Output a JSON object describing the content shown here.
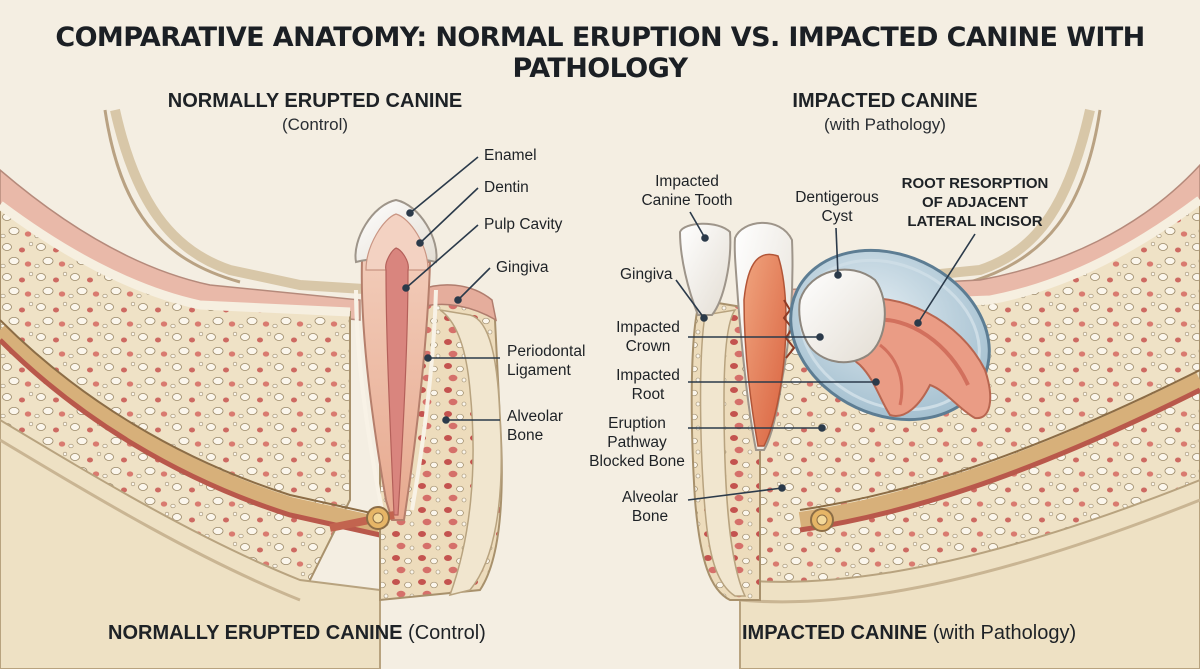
{
  "title": "COMPARATIVE ANATOMY: NORMAL ERUPTION VS. IMPACTED CANINE WITH PATHOLOGY",
  "left_panel": {
    "heading": "NORMALLY ERUPTED CANINE",
    "subheading": "(Control)",
    "labels": {
      "enamel": "Enamel",
      "dentin": "Dentin",
      "pulp": "Pulp Cavity",
      "gingiva": "Gingiva",
      "pdl_1": "Periodontal",
      "pdl_2": "Ligament",
      "bone_1": "Alveolar",
      "bone_2": "Bone"
    },
    "footer_bold": "NORMALLY ERUPTED CANINE",
    "footer_normal": "(Control)"
  },
  "right_panel": {
    "heading": "IMPACTED CANINE",
    "subheading": "(with Pathology)",
    "labels": {
      "impacted_tooth_1": "Impacted",
      "impacted_tooth_2": "Canine Tooth",
      "cyst_1": "Dentigerous",
      "cyst_2": "Cyst",
      "resorption_1": "ROOT RESORPTION",
      "resorption_2": "OF ADJACENT",
      "resorption_3": "LATERAL INCISOR",
      "gingiva": "Gingiva",
      "crown_1": "Impacted",
      "crown_2": "Crown",
      "root_1": "Impacted",
      "root_2": "Root",
      "eruption_1": "Eruption",
      "eruption_2": "Pathway",
      "eruption_3": "Blocked Bone",
      "bone_1": "Alveolar",
      "bone_2": "Bone"
    },
    "footer_bold": "IMPACTED CANINE",
    "footer_normal": "(with Pathology)"
  },
  "colors": {
    "background": "#f4eee2",
    "bone": "#efe2c6",
    "marrow": "#c95c58",
    "gingiva": "#e7b4a6",
    "enamel": "#f7f3ec",
    "dentin": "#f0c4b3",
    "pulp": "#d98a84",
    "cyst": "#a9c3d2",
    "resorbed_root": "#e27a57",
    "leader_line": "#2b3a4a"
  }
}
